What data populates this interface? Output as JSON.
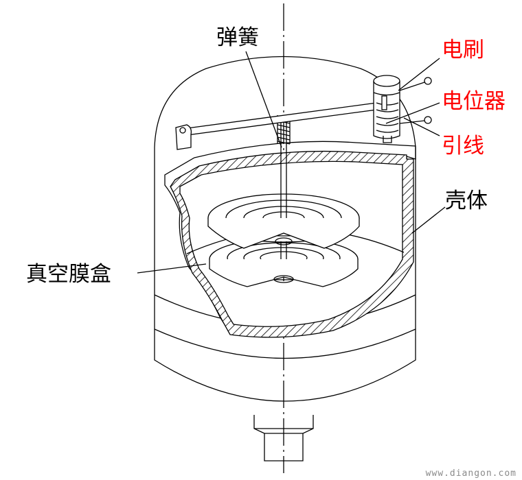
{
  "labels": {
    "spring": "弹簧",
    "brush": "电刷",
    "potentiometer": "电位器",
    "lead_wire": "引线",
    "housing": "壳体",
    "vacuum_capsule": "真空膜盒"
  },
  "watermark": "www.diangon.com",
  "colors": {
    "line": "#000000",
    "red_label": "#ff0000",
    "watermark": "#8a8a8a"
  }
}
